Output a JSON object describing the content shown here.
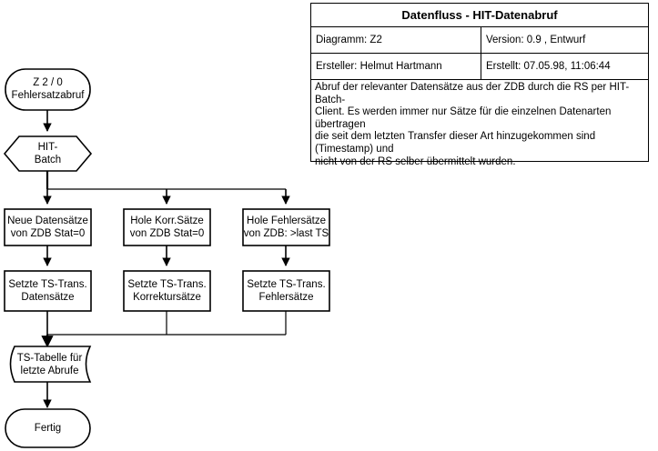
{
  "legend": {
    "title": "Datenfluss - HIT-Datenabruf",
    "rows": [
      {
        "left": "Diagramm: Z2",
        "right": "Version: 0.9 , Entwurf"
      },
      {
        "left": "Ersteller: Helmut Hartmann",
        "right": "Erstellt:  07.05.98, 11:06:44"
      }
    ],
    "description": [
      "Abruf der relevanter Datensätze aus der ZDB durch die RS per HIT-Batch-",
      "Client. Es werden immer nur Sätze für die einzelnen Datenarten übertragen",
      "die seit dem letzten Transfer dieser Art hinzugekommen sind (Timestamp) und",
      "nicht von der RS selber übermittelt wurden."
    ]
  },
  "flow": {
    "start": {
      "line1": "Z 2 / 0",
      "line2": "Fehlersatzabruf"
    },
    "hexagon": {
      "line1": "HIT-",
      "line2": "Batch"
    },
    "fetch": [
      {
        "line1": "Neue Datensätze",
        "line2": "von ZDB Stat=0"
      },
      {
        "line1": "Hole Korr.Sätze",
        "line2": "von ZDB Stat=0"
      },
      {
        "line1": "Hole Fehlersätze",
        "line2": "von ZDB: >last TS"
      }
    ],
    "setze": [
      {
        "line1": "Setzte TS-Trans.",
        "line2": "Datensätze"
      },
      {
        "line1": "Setzte TS-Trans.",
        "line2": "Korrektursätze"
      },
      {
        "line1": "Setzte TS-Trans.",
        "line2": "Fehlersätze"
      }
    ],
    "store": {
      "line1": "TS-Tabelle für",
      "line2": "letzte Abrufe"
    },
    "end": {
      "line1": "Fertig"
    }
  },
  "colors": {
    "stroke": "#000000",
    "fill": "#ffffff",
    "background": "#ffffff"
  }
}
